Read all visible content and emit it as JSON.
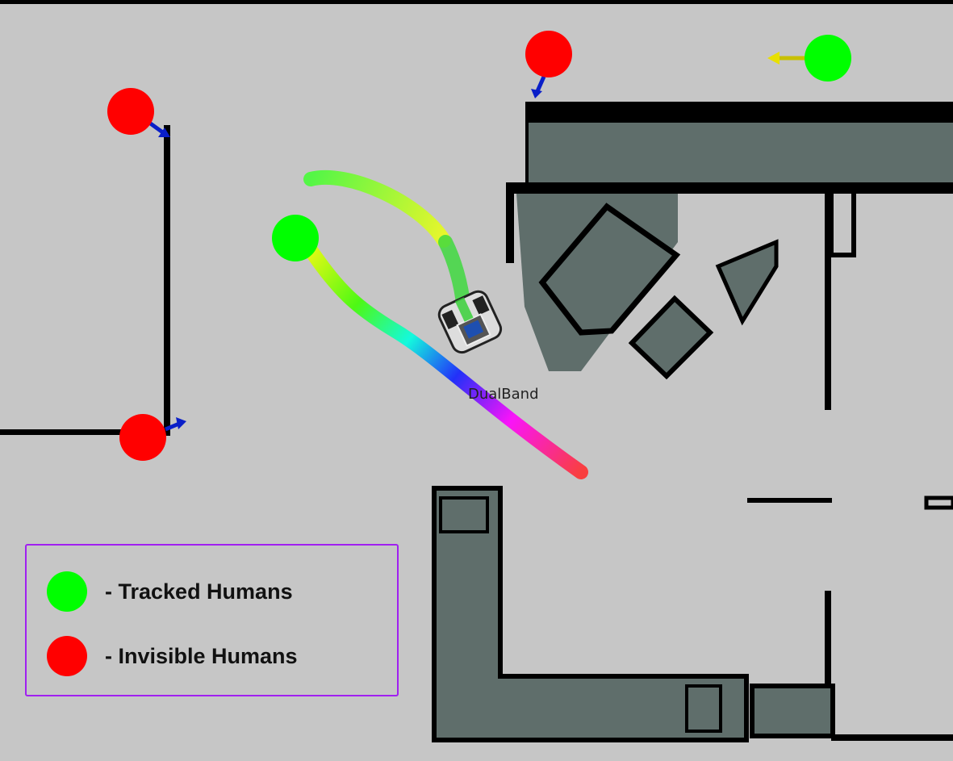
{
  "robot": {
    "label": "DualBand"
  },
  "legend": {
    "items": [
      {
        "label": "- Tracked Humans",
        "color": "#00ff00"
      },
      {
        "label": "- Invisible Humans",
        "color": "#ff0000"
      }
    ],
    "border_color": "#a020f0"
  },
  "colors": {
    "background": "#c6c6c6",
    "obstacle_fill": "#5f6e6b",
    "wall": "#000000",
    "velocity_arrow_invisible": "#0a1fc8",
    "velocity_arrow_tracked": "#e8e000"
  }
}
